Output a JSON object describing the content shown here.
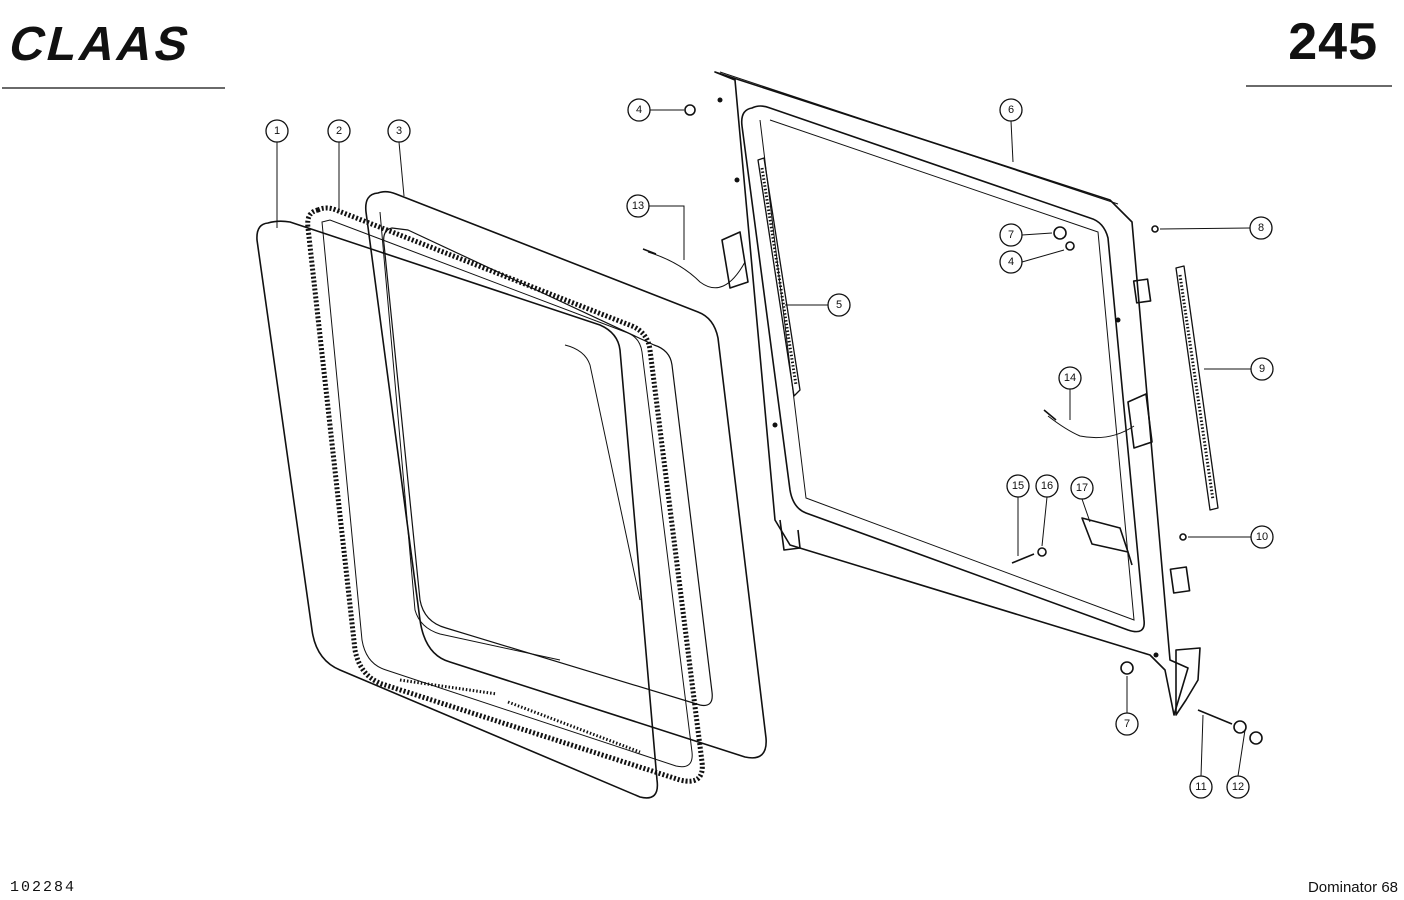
{
  "header": {
    "brand_logo_text": "CLAAS",
    "page_number": "245"
  },
  "footer": {
    "doc_number": "102284",
    "model": "Dominator 68"
  },
  "callouts": [
    {
      "id": "c1",
      "label": "1"
    },
    {
      "id": "c2",
      "label": "2"
    },
    {
      "id": "c3",
      "label": "3"
    },
    {
      "id": "c4a",
      "label": "4"
    },
    {
      "id": "c4b",
      "label": "4"
    },
    {
      "id": "c5",
      "label": "5"
    },
    {
      "id": "c6",
      "label": "6"
    },
    {
      "id": "c7a",
      "label": "7"
    },
    {
      "id": "c7b",
      "label": "7"
    },
    {
      "id": "c8",
      "label": "8"
    },
    {
      "id": "c9",
      "label": "9"
    },
    {
      "id": "c10",
      "label": "10"
    },
    {
      "id": "c11",
      "label": "11"
    },
    {
      "id": "c12",
      "label": "12"
    },
    {
      "id": "c13",
      "label": "13"
    },
    {
      "id": "c14",
      "label": "14"
    },
    {
      "id": "c15",
      "label": "15"
    },
    {
      "id": "c16",
      "label": "16"
    },
    {
      "id": "c17",
      "label": "17"
    }
  ]
}
